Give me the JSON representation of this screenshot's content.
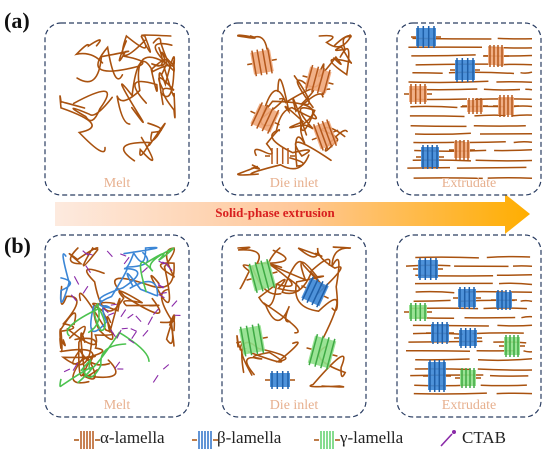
{
  "rows": [
    {
      "label": "(a)",
      "panels": [
        "Melt",
        "Die inlet",
        "Extrudate"
      ]
    },
    {
      "label": "(b)",
      "panels": [
        "Melt",
        "Die inlet",
        "Extrudate"
      ]
    }
  ],
  "process_arrow": {
    "label": "Solid-phase extrusion"
  },
  "legend": [
    {
      "name": "alpha-lamella",
      "text": "α-lamella",
      "color": "#b5581c"
    },
    {
      "name": "beta-lamella",
      "text": "β-lamella",
      "color": "#2f72c8"
    },
    {
      "name": "gamma-lamella",
      "text": "γ-lamella",
      "color": "#5ed06a"
    },
    {
      "name": "ctab",
      "text": "CTAB",
      "color": "#8a2aa8"
    }
  ],
  "colors": {
    "chain": "#a9520f",
    "alpha": "#f0a77a",
    "alpha_stroke": "#b5581c",
    "beta": "#3b86d6",
    "beta_stroke": "#1f5fa8",
    "gamma": "#8fe08a",
    "gamma_stroke": "#3faa45",
    "ctab": "#8a2aa8",
    "panel_border": "#2a3d62",
    "caption": "#e7b08f",
    "arrow_start": "#fde5d4",
    "arrow_end": "#ffb000",
    "arrow_text": "#d81f1f"
  }
}
